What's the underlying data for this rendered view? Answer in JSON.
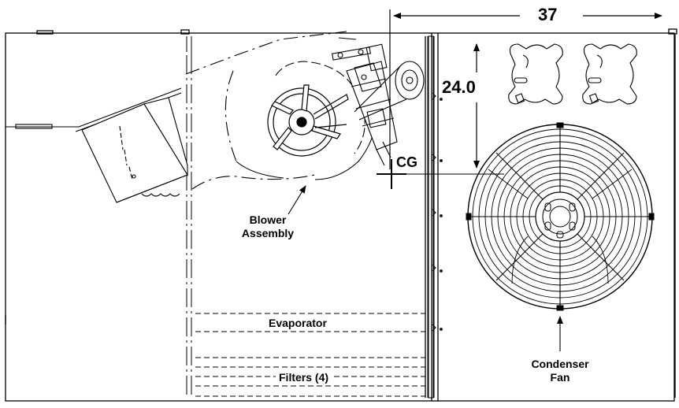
{
  "diagram": {
    "labels": {
      "dimension_width": "37",
      "dimension_height": "24.0",
      "cg": "CG",
      "blower_line1": "Blower",
      "blower_line2": "Assembly",
      "evaporator": "Evaporator",
      "filters": "Filters (4)",
      "condenser_line1": "Condenser",
      "condenser_line2": "Fan"
    }
  }
}
